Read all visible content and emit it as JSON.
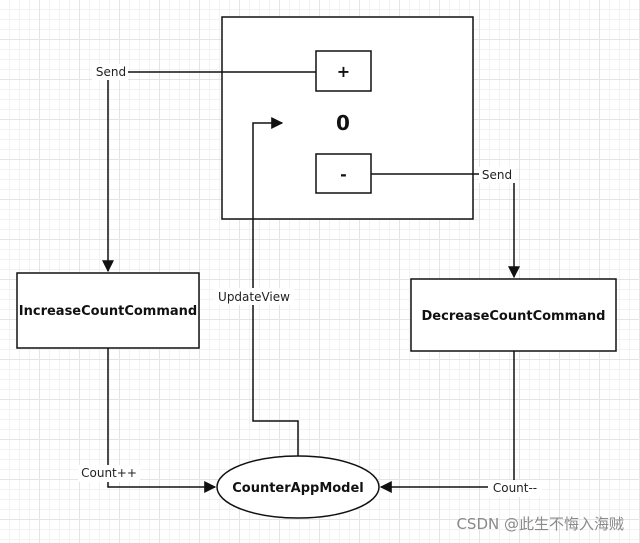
{
  "diagram": {
    "counter_value": "0",
    "plus_button": "+",
    "minus_button": "-",
    "nodes": {
      "increase_command": "IncreaseCountCommand",
      "decrease_command": "DecreaseCountCommand",
      "model": "CounterAppModel"
    },
    "edges": {
      "send_plus": "Send",
      "send_minus": "Send",
      "update_view": "UpdateView",
      "count_increment": "Count++",
      "count_decrement": "Count--"
    }
  },
  "watermark": "CSDN @此生不悔入海贼",
  "colors": {
    "stroke": "#111111",
    "grid": "#e4e4e4",
    "watermark": "#8a8a8a"
  }
}
